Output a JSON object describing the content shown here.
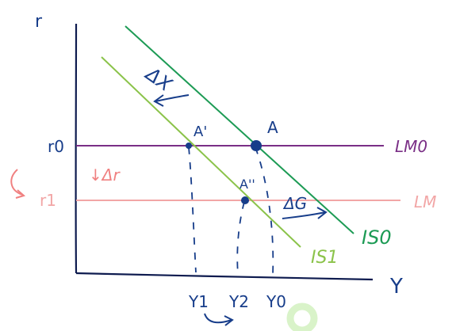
{
  "axes": {
    "y_label": "r",
    "x_label": "Y"
  },
  "rates": {
    "r0": "r0",
    "r1": "r1"
  },
  "curves": {
    "lm0": "LM0",
    "lm1": "LM",
    "is0": "IS0",
    "is1": "IS1"
  },
  "points": {
    "a": "A",
    "a_prime": "A'",
    "a_double": "A''"
  },
  "outputs": {
    "y1": "Y1",
    "y2": "Y2",
    "y0": "Y0"
  },
  "annotations": {
    "delta_x": "ΔX",
    "delta_r": "↓Δr",
    "delta_g": "ΔG"
  },
  "colors": {
    "axis": "#0e1b4f",
    "lm0": "#7a2f86",
    "lm1": "#f2a6a6",
    "is0": "#1d9b55",
    "is1": "#8bc34a",
    "ink": "#173d8a",
    "pink_arrow": "#f08080"
  }
}
